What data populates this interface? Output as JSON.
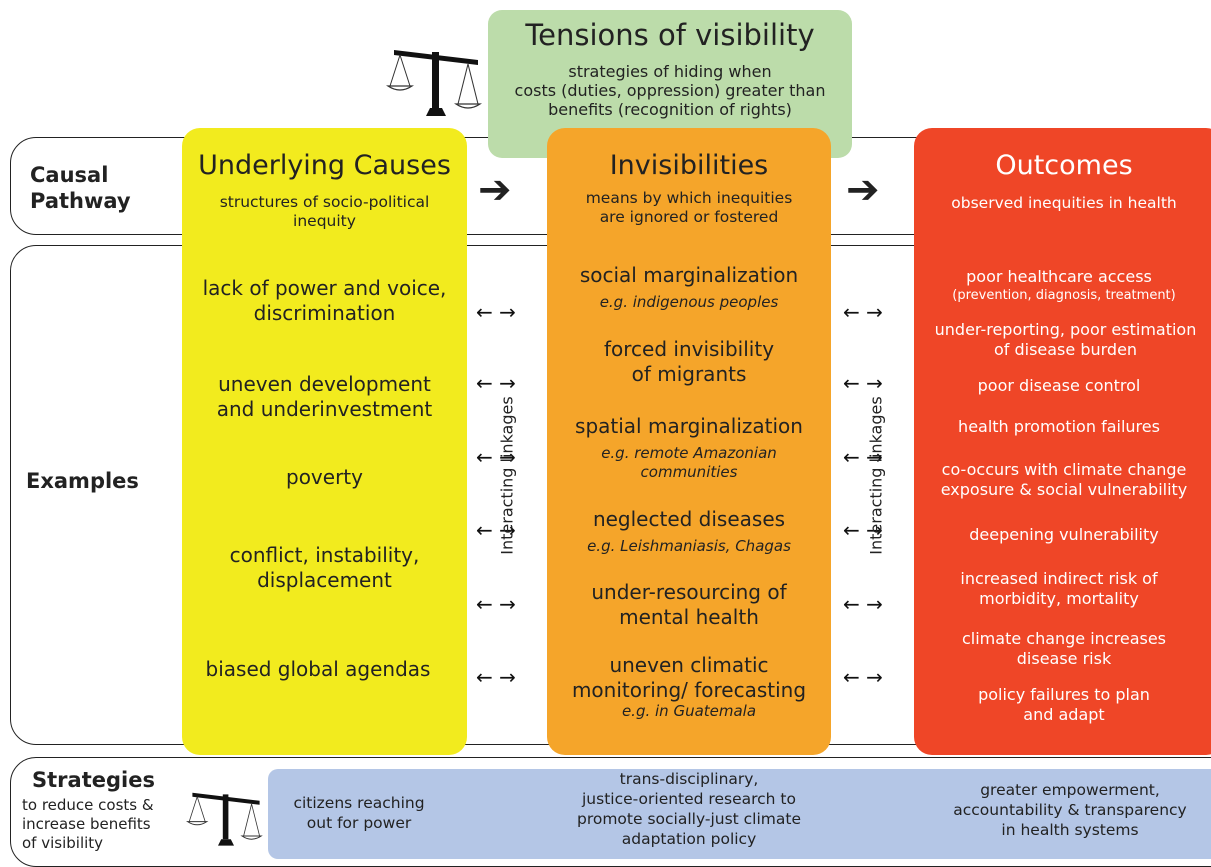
{
  "colors": {
    "causes": "#f2eb1e",
    "invisibilities": "#f5a52a",
    "outcomes": "#ef4627",
    "tensions": "#bcdcaa",
    "strategies_band": "#b4c6e6"
  },
  "tensions": {
    "title": "Tensions of visibility",
    "text": "strategies of hiding when\ncosts (duties, oppression) greater than\nbenefits (recognition of rights)",
    "icon": "balance-scale-icon"
  },
  "rows": {
    "causal": "Causal\nPathway",
    "examples": "Examples"
  },
  "columns": {
    "causes": {
      "title": "Underlying Causes",
      "subtitle": "structures of socio-political\ninequity"
    },
    "invisibilities": {
      "title": "Invisibilities",
      "subtitle": "means by which inequities\nare ignored or fostered"
    },
    "outcomes": {
      "title": "Outcomes",
      "subtitle": "observed inequities in health"
    }
  },
  "causes_examples": [
    "lack of power and voice,\ndiscrimination",
    "uneven development\nand underinvestment",
    "poverty",
    "conflict, instability,\ndisplacement",
    "biased global agendas"
  ],
  "invisibility_examples": [
    {
      "main": "social marginalization",
      "eg": "e.g. indigenous peoples"
    },
    {
      "main": "forced invisibility\nof migrants",
      "eg": ""
    },
    {
      "main": "spatial marginalization",
      "eg": "e.g. remote Amazonian\ncommunities"
    },
    {
      "main": "neglected diseases",
      "eg": "e.g. Leishmaniasis, Chagas"
    },
    {
      "main": "under-resourcing of\nmental health",
      "eg": ""
    },
    {
      "main": "uneven climatic\nmonitoring/ forecasting",
      "eg": "e.g. in Guatemala"
    }
  ],
  "outcome_examples": [
    {
      "main": "poor healthcare access",
      "small": "(prevention, diagnosis, treatment)"
    },
    {
      "main": "under-reporting, poor estimation\nof disease burden",
      "small": ""
    },
    {
      "main": "poor disease control",
      "small": ""
    },
    {
      "main": "health promotion failures",
      "small": ""
    },
    {
      "main": "co-occurs with climate change\nexposure & social vulnerability",
      "small": ""
    },
    {
      "main": "deepening vulnerability",
      "small": ""
    },
    {
      "main": "increased indirect risk of\nmorbidity, mortality",
      "small": ""
    },
    {
      "main": "climate change increases\ndisease risk",
      "small": ""
    },
    {
      "main": "policy failures to plan\nand adapt",
      "small": ""
    }
  ],
  "linkages_label": "Interacting linkages",
  "arrow_pair": "← →",
  "flow_arrow": "➔",
  "strategies": {
    "title": "Strategies",
    "subtitle": "to reduce costs &\nincrease benefits\nof visibility",
    "items": [
      "citizens reaching\nout for power",
      "trans-disciplinary,\njustice-oriented research to\npromote socially-just climate\nadaptation policy",
      "greater empowerment,\naccountability & transparency\nin health systems"
    ]
  }
}
